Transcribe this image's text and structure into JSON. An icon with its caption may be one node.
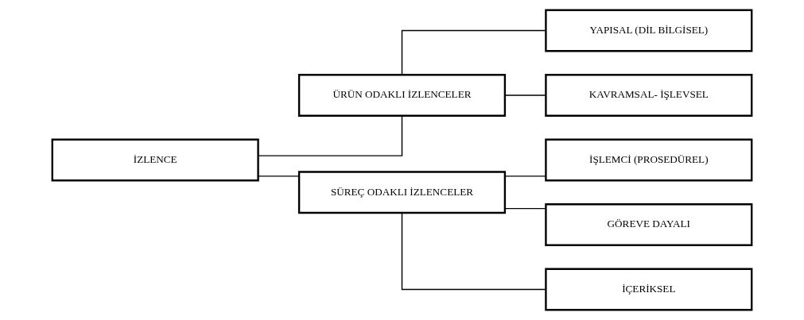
{
  "diagram": {
    "nodes": [
      {
        "text": [
          "İZLENCE"
        ]
      },
      {
        "text": [
          "ÜRÜN ODAKLI İZLENCELER"
        ]
      },
      {
        "text": [
          "YAPISAL (DİL BİLGİSEL)"
        ]
      },
      {
        "text": [
          "KAVRAMSAL- İŞLEVSEL"
        ]
      },
      {
        "text": [
          "SÜREÇ ODAKLI İZLENCELER"
        ]
      },
      {
        "text": [
          "İŞLEMCİ (PROSEDÜREL)"
        ]
      },
      {
        "text": [
          "GÖREVE DAYALI"
        ]
      },
      {
        "text": [
          "İÇERİKSEL"
        ]
      }
    ],
    "edges": [
      {
        "from": 0,
        "to": 1,
        "arrow": "none"
      },
      {
        "from": 0,
        "to": 4,
        "arrow": "none"
      },
      {
        "from": 1,
        "to": 2,
        "arrow": "none"
      },
      {
        "from": 1,
        "to": 3,
        "arrow": "none"
      },
      {
        "from": 4,
        "to": 5,
        "arrow": "none"
      },
      {
        "from": 4,
        "to": 6,
        "arrow": "none"
      },
      {
        "from": 4,
        "to": 7,
        "arrow": "none"
      }
    ]
  }
}
